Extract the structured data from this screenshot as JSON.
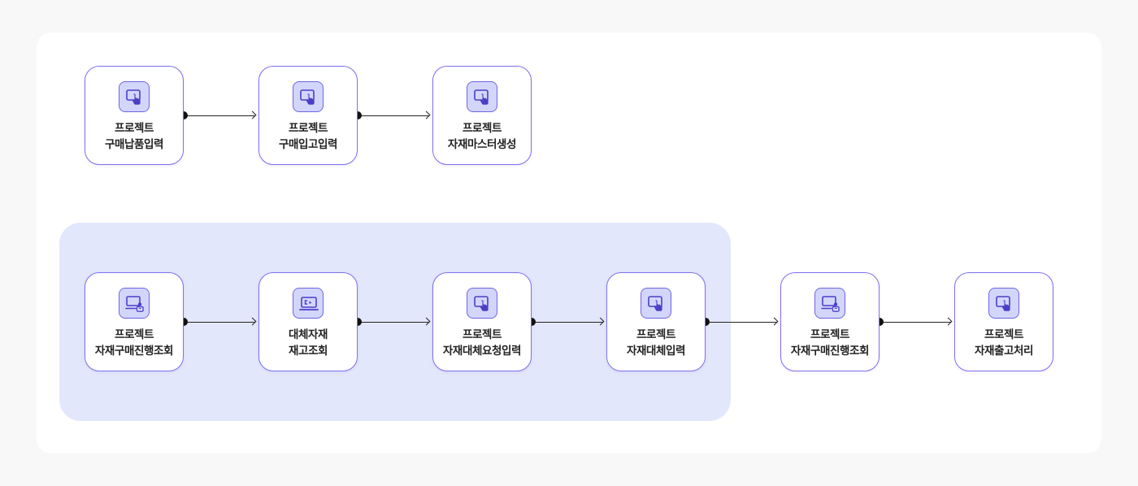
{
  "diagram": {
    "nodes": [
      {
        "id": "n1",
        "icon": "tablet-touch-icon",
        "line1": "프로젝트",
        "line2": "구매납품입력"
      },
      {
        "id": "n2",
        "icon": "tablet-touch-icon",
        "line1": "프로젝트",
        "line2": "구매입고입력"
      },
      {
        "id": "n3",
        "icon": "tablet-touch-icon",
        "line1": "프로젝트",
        "line2": "자재마스터생성"
      },
      {
        "id": "n4",
        "icon": "monitor-user-icon",
        "line1": "프로젝트",
        "line2": "자재구매진행조회"
      },
      {
        "id": "n5",
        "icon": "laptop-icon",
        "line1": "대체자재",
        "line2": "재고조회"
      },
      {
        "id": "n6",
        "icon": "tablet-touch-icon",
        "line1": "프로젝트",
        "line2": "자재대체요청입력"
      },
      {
        "id": "n7",
        "icon": "tablet-touch-icon",
        "line1": "프로젝트",
        "line2": "자재대체입력"
      },
      {
        "id": "n8",
        "icon": "monitor-user-icon",
        "line1": "프로젝트",
        "line2": "자재구매진행조회"
      },
      {
        "id": "n9",
        "icon": "tablet-touch-icon",
        "line1": "프로젝트",
        "line2": "자재출고처리"
      }
    ],
    "edges": [
      {
        "from": "n1",
        "to": "n2"
      },
      {
        "from": "n2",
        "to": "n3"
      },
      {
        "from": "n4",
        "to": "n5"
      },
      {
        "from": "n5",
        "to": "n6"
      },
      {
        "from": "n6",
        "to": "n7"
      },
      {
        "from": "n7",
        "to": "n8"
      },
      {
        "from": "n8",
        "to": "n9"
      }
    ],
    "colors": {
      "accent": "#7d6ff0",
      "icon_fill": "#d2d6fb",
      "group_fill": "#e3e7fb",
      "text": "#222222"
    }
  }
}
